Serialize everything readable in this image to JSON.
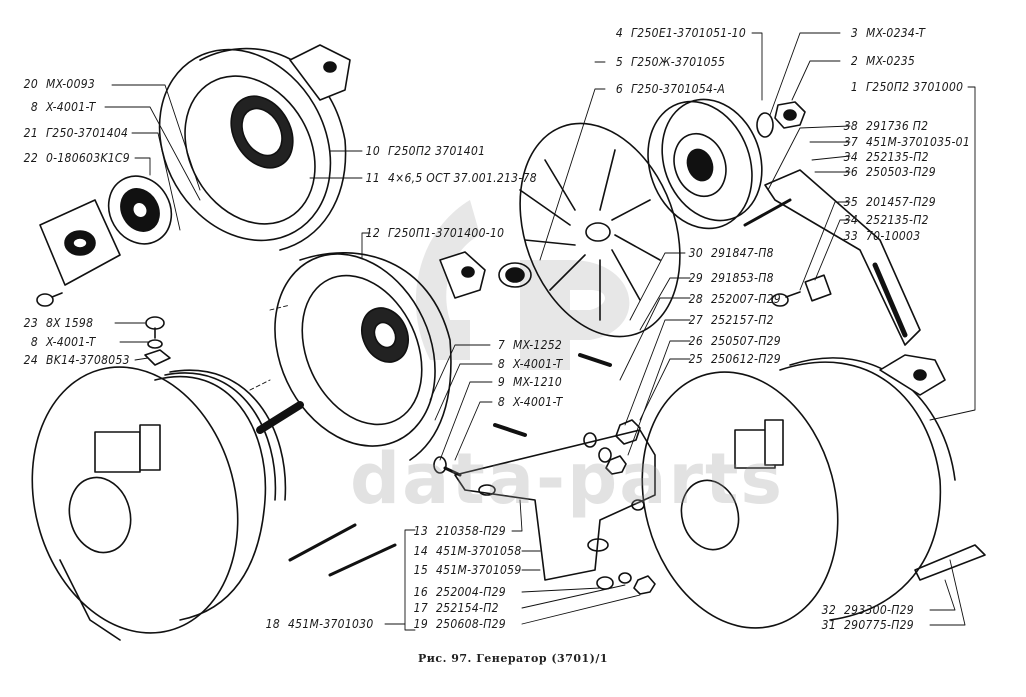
{
  "figure": {
    "caption": "Рис. 97. Генератор (3701)/1",
    "watermark": "data-parts"
  },
  "labels": [
    {
      "num": "20",
      "part": "MX-0093"
    },
    {
      "num": "8",
      "part": "X-4001-T"
    },
    {
      "num": "21",
      "part": "Г250-3701404"
    },
    {
      "num": "22",
      "part": "0-180603K1C9"
    },
    {
      "num": "23",
      "part": "8X 1598"
    },
    {
      "num": "8",
      "part": "X-4001-T"
    },
    {
      "num": "24",
      "part": "BK14-3708053"
    },
    {
      "num": "10",
      "part": "Г250П2 3701401"
    },
    {
      "num": "11",
      "part": "4×6,5 ОСТ 37.001.213-78"
    },
    {
      "num": "12",
      "part": "Г250П1-3701400-10"
    },
    {
      "num": "4",
      "part": "Г250Е1-3701051-10"
    },
    {
      "num": "5",
      "part": "Г250Ж-3701055"
    },
    {
      "num": "6",
      "part": "Г250-3701054-А"
    },
    {
      "num": "3",
      "part": "MX-0234-T"
    },
    {
      "num": "2",
      "part": "MX-0235"
    },
    {
      "num": "1",
      "part": "Г250П2 3701000"
    },
    {
      "num": "38",
      "part": "291736 П2"
    },
    {
      "num": "37",
      "part": "451M-3701035-01"
    },
    {
      "num": "34",
      "part": "252135-П2"
    },
    {
      "num": "36",
      "part": "250503-П29"
    },
    {
      "num": "35",
      "part": "201457-П29"
    },
    {
      "num": "34",
      "part": "252135-П2"
    },
    {
      "num": "33",
      "part": "70-10003"
    },
    {
      "num": "30",
      "part": "291847-П8"
    },
    {
      "num": "29",
      "part": "291853-П8"
    },
    {
      "num": "28",
      "part": "252007-П29"
    },
    {
      "num": "27",
      "part": "252157-П2"
    },
    {
      "num": "26",
      "part": "250507-П29"
    },
    {
      "num": "25",
      "part": "250612-П29"
    },
    {
      "num": "7",
      "part": "MX-1252"
    },
    {
      "num": "8",
      "part": "X-4001-T"
    },
    {
      "num": "9",
      "part": "MX-1210"
    },
    {
      "num": "8",
      "part": "X-4001-T"
    },
    {
      "num": "13",
      "part": "210358-П29"
    },
    {
      "num": "14",
      "part": "451M-3701058"
    },
    {
      "num": "15",
      "part": "451M-3701059"
    },
    {
      "num": "16",
      "part": "252004-П29"
    },
    {
      "num": "17",
      "part": "252154-П2"
    },
    {
      "num": "19",
      "part": "250608-П29"
    },
    {
      "num": "18",
      "part": "451M-3701030"
    },
    {
      "num": "32",
      "part": "293300-П29"
    },
    {
      "num": "31",
      "part": "290775-П29"
    }
  ]
}
